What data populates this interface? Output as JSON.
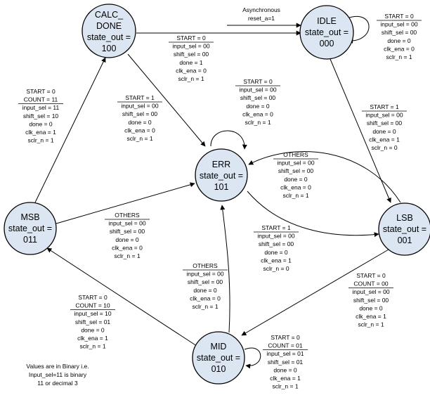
{
  "states": {
    "calc_done": [
      "CALC_",
      "DONE",
      "state_out =",
      "100"
    ],
    "idle": [
      "IDLE",
      "state_out =",
      "000"
    ],
    "err": [
      "ERR",
      "state_out =",
      "101"
    ],
    "msb": [
      "MSB",
      "state_out =",
      "011"
    ],
    "lsb": [
      "LSB",
      "state_out =",
      "001"
    ],
    "mid": [
      "MID",
      "state_out =",
      "010"
    ]
  },
  "reset_note": [
    "Asynchronous",
    "reset_a=1"
  ],
  "transitions": {
    "idle_self": {
      "cond": [
        "START = 0"
      ],
      "out": [
        "input_sel = 00",
        "shift_sel = 00",
        "done = 0",
        "clk_ena = 0",
        "sclr_n = 1"
      ]
    },
    "calc_to_idle": {
      "cond": [
        "START = 0"
      ],
      "out": [
        "input_sel = 00",
        "shift_sel = 00",
        "done = 1",
        "clk_ena = 0",
        "sclr_n = 1"
      ]
    },
    "err_self": {
      "cond": [
        "START = 0"
      ],
      "out": [
        "input_sel = 00",
        "shift_sel = 00",
        "done = 0",
        "clk_ena = 0",
        "sclr_n = 1"
      ]
    },
    "msb_to_calc": {
      "cond": [
        "START = 0",
        "COUNT = 11"
      ],
      "out": [
        "input_sel = 11",
        "shift_sel = 10",
        "done = 0",
        "clk_ena = 1",
        "sclr_n = 1"
      ]
    },
    "calc_to_err": {
      "cond": [
        "START = 1"
      ],
      "out": [
        "input_sel = 00",
        "shift_sel = 00",
        "done = 0",
        "clk_ena = 0",
        "sclr_n = 1"
      ]
    },
    "idle_to_lsb": {
      "cond": [
        "START = 1"
      ],
      "out": [
        "input_sel = 00",
        "shift_sel = 00",
        "done = 0",
        "clk_ena = 1",
        "sclr_n = 0"
      ]
    },
    "lsb_to_err": {
      "cond": [
        "OTHERS"
      ],
      "out": [
        "input_sel = 00",
        "shift_sel = 00",
        "done = 0",
        "clk_ena = 0",
        "sclr_n = 1"
      ]
    },
    "msb_to_err": {
      "cond": [
        "OTHERS"
      ],
      "out": [
        "input_sel = 00",
        "shift_sel = 00",
        "done = 0",
        "clk_ena = 0",
        "sclr_n = 1"
      ]
    },
    "err_to_lsb": {
      "cond": [
        "START = 1"
      ],
      "out": [
        "input_sel = 00",
        "shift_sel = 00",
        "done = 0",
        "clk_ena = 1",
        "sclr_n = 0"
      ]
    },
    "mid_to_err": {
      "cond": [
        "OTHERS"
      ],
      "out": [
        "input_sel = 00",
        "shift_sel = 00",
        "done = 0",
        "clk_ena = 0",
        "sclr_n = 1"
      ]
    },
    "lsb_to_mid": {
      "cond": [
        "START = 0",
        "COUNT = 00"
      ],
      "out": [
        "input_sel = 00",
        "shift_sel = 00",
        "done = 0",
        "clk_ena = 1",
        "sclr_n = 1"
      ]
    },
    "mid_to_msb": {
      "cond": [
        "START = 0",
        "COUNT = 10"
      ],
      "out": [
        "input_sel = 10",
        "shift_sel = 01",
        "done = 0",
        "clk_ena = 1",
        "sclr_n = 1"
      ]
    },
    "mid_self": {
      "cond": [
        "START = 0",
        "COUNT = 01"
      ],
      "out": [
        "input_sel = 01",
        "shift_sel = 01",
        "done = 0",
        "clk_ena = 1",
        "sclr_n = 1"
      ]
    }
  },
  "footnote": [
    "Values are in Binary i.e.",
    "Input_sel=11 is binary",
    "11  or decimal 3"
  ]
}
